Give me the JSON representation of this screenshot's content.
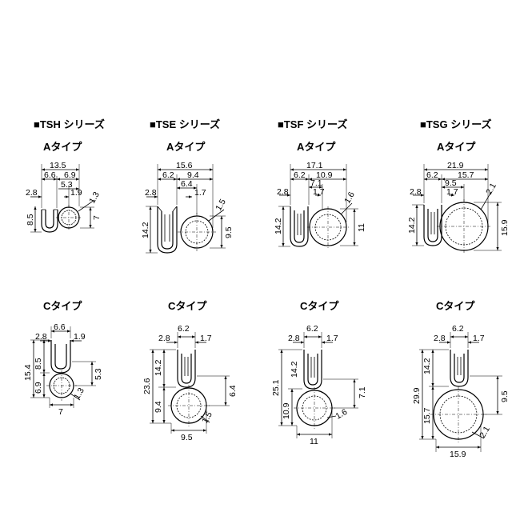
{
  "series": [
    {
      "title": "■TSH シリーズ",
      "a_type": {
        "label": "Aタイプ",
        "dims": {
          "total_width": "13.5",
          "w1": "6.6",
          "w2": "6.9",
          "w3": "5.3",
          "w4": "1.9",
          "w5": "2.8",
          "height": "8.5",
          "core_height": "7",
          "thickness": "1.3"
        }
      },
      "c_type": {
        "label": "Cタイプ",
        "dims": {
          "w1": "6.6",
          "w2": "2.8",
          "w3": "1.9",
          "total_height": "15.4",
          "h1": "8.5",
          "h2": "6.9",
          "side": "5.3",
          "thickness": "1.3",
          "bottom": "7"
        }
      }
    },
    {
      "title": "■TSE シリーズ",
      "a_type": {
        "label": "Aタイプ",
        "dims": {
          "total_width": "15.6",
          "w1": "6.2",
          "w2": "9.4",
          "w3": "6.4",
          "w4": "1.7",
          "w5": "2.8",
          "height": "14.2",
          "core_height": "9.5",
          "thickness": "1.5"
        }
      },
      "c_type": {
        "label": "Cタイプ",
        "dims": {
          "w1": "6.2",
          "w2": "2.8",
          "w3": "1.7",
          "total_height": "23.6",
          "h1": "14.2",
          "h2": "9.4",
          "side": "6.4",
          "thickness": "1.5",
          "bottom": "9.5"
        }
      }
    },
    {
      "title": "■TSF シリーズ",
      "a_type": {
        "label": "Aタイプ",
        "dims": {
          "total_width": "17.1",
          "w1": "6.2",
          "w2": "10.9",
          "w3": "7.1",
          "w4": "1.7",
          "w5": "2.8",
          "height": "14.2",
          "core_height": "11",
          "thickness": "1.6"
        }
      },
      "c_type": {
        "label": "Cタイプ",
        "dims": {
          "w1": "6.2",
          "w2": "2.8",
          "w3": "1.7",
          "total_height": "25.1",
          "h1": "14.2",
          "h2": "10.9",
          "side": "7.1",
          "thickness": "1.6",
          "bottom": "11"
        }
      }
    },
    {
      "title": "■TSG シリーズ",
      "a_type": {
        "label": "Aタイプ",
        "dims": {
          "total_width": "21.9",
          "w1": "6.2",
          "w2": "15.7",
          "w3": "9.5",
          "w4": "1.7",
          "w5": "2.8",
          "height": "14.2",
          "core_height": "15.9",
          "thickness": "2.1"
        }
      },
      "c_type": {
        "label": "Cタイプ",
        "dims": {
          "w1": "6.2",
          "w2": "2.8",
          "w3": "1.7",
          "total_height": "29.9",
          "h1": "14.2",
          "h2": "15.7",
          "side": "9.5",
          "thickness": "2.1",
          "bottom": "15.9"
        }
      }
    }
  ]
}
